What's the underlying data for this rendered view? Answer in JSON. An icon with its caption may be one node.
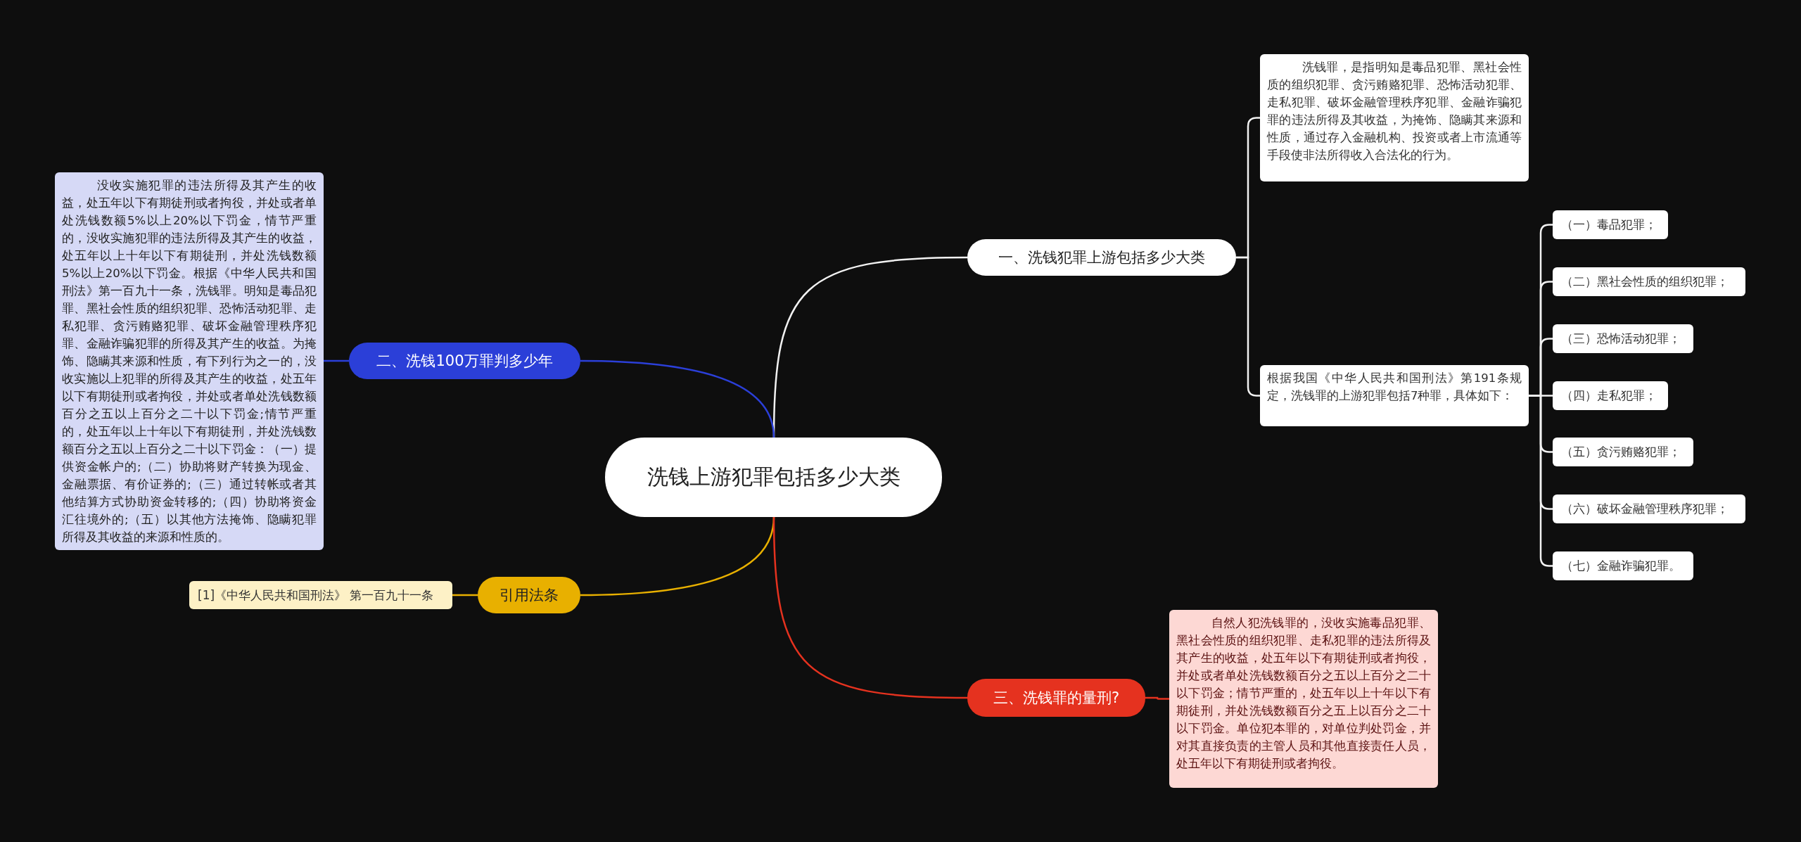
{
  "diagram": {
    "nodes": [
      {
        "text": [
          "洗钱上游犯罪包括多少大类"
        ]
      },
      {
        "text": [
          "一、洗钱犯罪上游包括多少大类"
        ]
      },
      {
        "text": [
          "洗钱罪，是指明知是毒品犯罪、黑社会性质的组织犯罪、贪污贿赂犯罪、恐怖活动犯罪、走私犯罪、破坏金融管理秩序犯罪、金融诈骗犯罪的违法所得及其收益，为掩饰、隐瞒其来源和性质，通过存入金融机构、投资或者上市流通等手段使非法所得收入合法化的行为。"
        ]
      },
      {
        "text": [
          "根据我国《中华人民共和国刑法》第191条规定，洗钱罪的上游犯罪包括7种罪，具体如下："
        ]
      },
      {
        "text": [
          "（一）毒品犯罪；"
        ]
      },
      {
        "text": [
          "（二）黑社会性质的组织犯罪；"
        ]
      },
      {
        "text": [
          "（三）恐怖活动犯罪；"
        ]
      },
      {
        "text": [
          "（四）走私犯罪；"
        ]
      },
      {
        "text": [
          "（五）贪污贿赂犯罪；"
        ]
      },
      {
        "text": [
          "（六）破坏金融管理秩序犯罪；"
        ]
      },
      {
        "text": [
          "（七）金融诈骗犯罪。"
        ]
      },
      {
        "text": [
          "二、洗钱100万罪判多少年"
        ]
      },
      {
        "text": [
          "没收实施犯罪的违法所得及其产生的收益，处五年以下有期徒刑或者拘役，并处或者单处洗钱数额5%以上20%以下罚金，情节严重的，没收实施犯罪的违法所得及其产生的收益，处五年以上十年以下有期徒刑，并处洗钱数额5%以上20%以下罚金。根据《中华人民共和国刑法》第一百九十一条，洗钱罪。明知是毒品犯罪、黑社会性质的组织犯罪、恐怖活动犯罪、走私犯罪、贪污贿赂犯罪、破坏金融管理秩序犯罪、金融诈骗犯罪的所得及其产生的收益。为掩饰、隐瞒其来源和性质，有下列行为之一的，没收实施以上犯罪的所得及其产生的收益，处五年以下有期徒刑或者拘役，并处或者单处洗钱数额百分之五以上百分之二十以下罚金;情节严重的，处五年以上十年以下有期徒刑，并处洗钱数额百分之五以上百分之二十以下罚金：（一）提供资金帐户的;（二）协助将财产转换为现金、金融票据、有价证券的;（三）通过转帐或者其他结算方式协助资金转移的;（四）协助将资金汇往境外的;（五）以其他方法掩饰、隐瞒犯罪所得及其收益的来源和性质的。"
        ]
      },
      {
        "text": [
          "引用法条"
        ]
      },
      {
        "text": [
          "[1]《中华人民共和国刑法》 第一百九十一条"
        ]
      },
      {
        "text": [
          "三、洗钱罪的量刑?"
        ]
      },
      {
        "text": [
          "自然人犯洗钱罪的，没收实施毒品犯罪、黑社会性质的组织犯罪、走私犯罪的违法所得及其产生的收益，处五年以下有期徒刑或者拘役，并处或者单处洗钱数额百分之五以上百分之二十以下罚金；情节严重的，处五年以上十年以下有期徒刑，并处洗钱数额百分之五上以百分之二十以下罚金。单位犯本罪的，对单位判处罚金，并对其直接负责的主管人员和其他直接责任人员，处五年以下有期徒刑或者拘役。"
        ]
      }
    ],
    "edges": [
      {
        "from": 0,
        "to": 1,
        "arrow": "none"
      },
      {
        "from": 1,
        "to": 2,
        "arrow": "none"
      },
      {
        "from": 1,
        "to": 3,
        "arrow": "none"
      },
      {
        "from": 3,
        "to": 4,
        "arrow": "none"
      },
      {
        "from": 3,
        "to": 5,
        "arrow": "none"
      },
      {
        "from": 3,
        "to": 6,
        "arrow": "none"
      },
      {
        "from": 3,
        "to": 7,
        "arrow": "none"
      },
      {
        "from": 3,
        "to": 8,
        "arrow": "none"
      },
      {
        "from": 3,
        "to": 9,
        "arrow": "none"
      },
      {
        "from": 3,
        "to": 10,
        "arrow": "none"
      },
      {
        "from": 0,
        "to": 11,
        "arrow": "none",
        "color": "#2b3fd8"
      },
      {
        "from": 11,
        "to": 12,
        "arrow": "none",
        "color": "#2b3fd8"
      },
      {
        "from": 0,
        "to": 13,
        "arrow": "none",
        "color": "#e8b000"
      },
      {
        "from": 13,
        "to": 14,
        "arrow": "none",
        "color": "#e8b000"
      },
      {
        "from": 0,
        "to": 15,
        "arrow": "none",
        "color": "#e5321f"
      },
      {
        "from": 15,
        "to": 16,
        "arrow": "none",
        "color": "#e5321f"
      }
    ]
  }
}
